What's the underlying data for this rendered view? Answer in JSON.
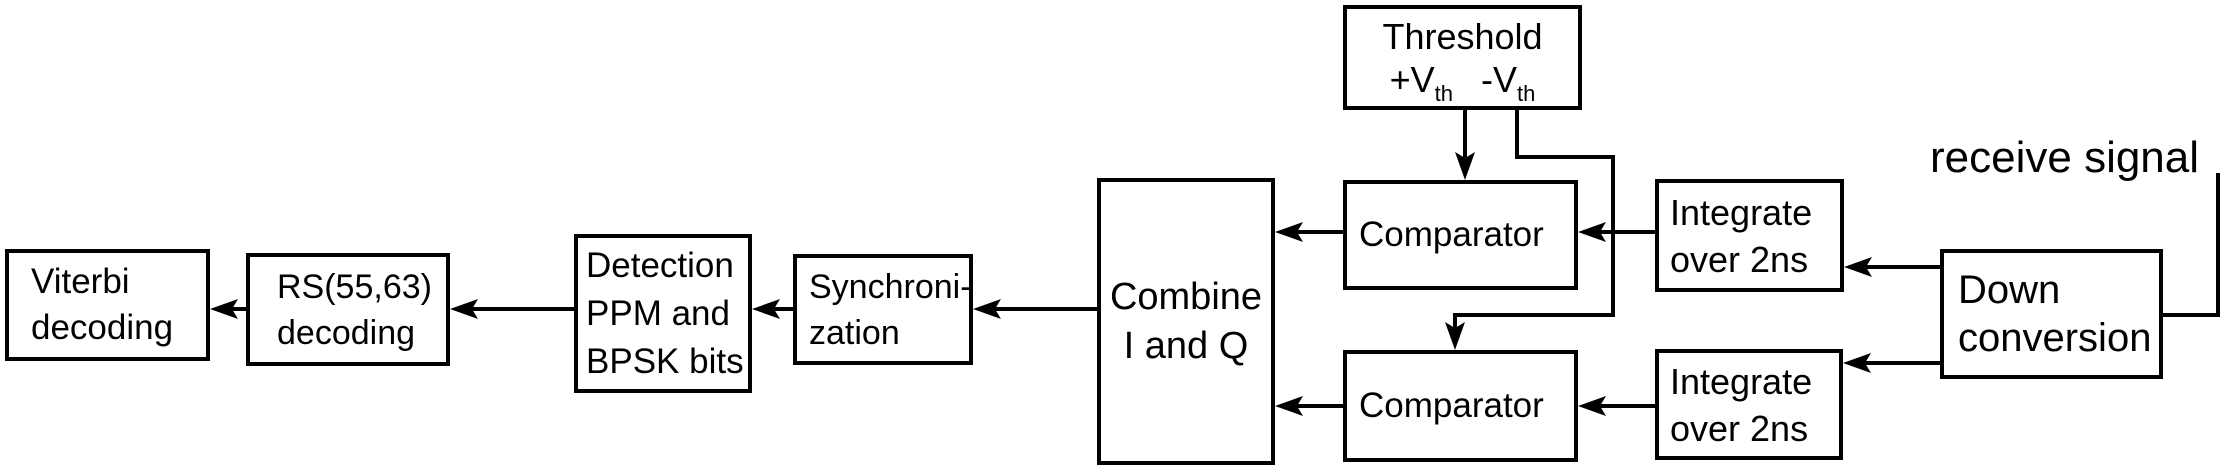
{
  "diagram": {
    "type": "block-diagram",
    "colors": {
      "background": "#ffffff",
      "stroke": "#000000",
      "text": "#000000"
    },
    "nodes": {
      "viterbi_decoding": {
        "lines": [
          "Viterbi",
          "decoding"
        ]
      },
      "rs_decoding": {
        "lines": [
          "RS(55,63)",
          "decoding"
        ]
      },
      "detection": {
        "lines": [
          "Detection",
          "PPM and",
          "BPSK bits"
        ]
      },
      "synchronization": {
        "lines": [
          "Synchroni-",
          "zation"
        ]
      },
      "combine_iq": {
        "lines": [
          "Combine",
          "I and Q"
        ]
      },
      "comparator_i": {
        "lines": [
          "Comparator"
        ]
      },
      "comparator_q": {
        "lines": [
          "Comparator"
        ]
      },
      "integrate_i": {
        "lines": [
          "Integrate",
          "over 2ns"
        ]
      },
      "integrate_q": {
        "lines": [
          "Integrate",
          "over 2ns"
        ]
      },
      "down_conversion": {
        "lines": [
          "Down",
          "conversion"
        ]
      },
      "threshold": {
        "title": "Threshold",
        "plus_label": "+V",
        "plus_sub": "th",
        "minus_label": "-V",
        "minus_sub": "th"
      }
    },
    "labels": {
      "receive_signal": "receive signal"
    },
    "edges": [
      {
        "from": "threshold",
        "to": "comparator_i"
      },
      {
        "from": "threshold",
        "to": "comparator_q"
      },
      {
        "from": "receive_signal",
        "to": "down_conversion"
      },
      {
        "from": "down_conversion",
        "to": "integrate_i"
      },
      {
        "from": "down_conversion",
        "to": "integrate_q"
      },
      {
        "from": "integrate_i",
        "to": "comparator_i"
      },
      {
        "from": "integrate_q",
        "to": "comparator_q"
      },
      {
        "from": "comparator_i",
        "to": "combine_iq"
      },
      {
        "from": "comparator_q",
        "to": "combine_iq"
      },
      {
        "from": "combine_iq",
        "to": "synchronization"
      },
      {
        "from": "synchronization",
        "to": "detection"
      },
      {
        "from": "detection",
        "to": "rs_decoding"
      },
      {
        "from": "rs_decoding",
        "to": "viterbi_decoding"
      }
    ]
  }
}
